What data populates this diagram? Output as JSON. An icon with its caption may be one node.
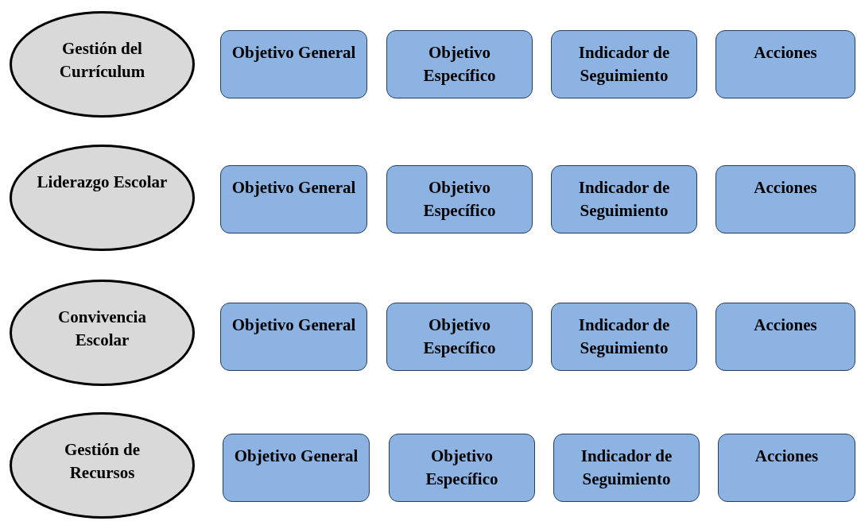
{
  "diagram": {
    "nodes": [
      {
        "text": [
          "Gestión del Currículum"
        ]
      },
      {
        "text": [
          "Objetivo General"
        ]
      },
      {
        "text": [
          "Objetivo Específico"
        ]
      },
      {
        "text": [
          "Indicador de Seguimiento"
        ]
      },
      {
        "text": [
          "Acciones"
        ]
      },
      {
        "text": [
          "Liderazgo Escolar"
        ]
      },
      {
        "text": [
          "Objetivo General"
        ]
      },
      {
        "text": [
          "Objetivo Específico"
        ]
      },
      {
        "text": [
          "Indicador de Seguimiento"
        ]
      },
      {
        "text": [
          "Acciones"
        ]
      },
      {
        "text": [
          "Convivencia Escolar"
        ]
      },
      {
        "text": [
          "Objetivo General"
        ]
      },
      {
        "text": [
          "Objetivo Específico"
        ]
      },
      {
        "text": [
          "Indicador de Seguimiento"
        ]
      },
      {
        "text": [
          "Acciones"
        ]
      },
      {
        "text": [
          "Gestión de Recursos"
        ]
      },
      {
        "text": [
          "Objetivo General"
        ]
      },
      {
        "text": [
          "Objetivo Específico"
        ]
      },
      {
        "text": [
          "Indicador de Seguimiento"
        ]
      },
      {
        "text": [
          "Acciones"
        ]
      }
    ]
  }
}
